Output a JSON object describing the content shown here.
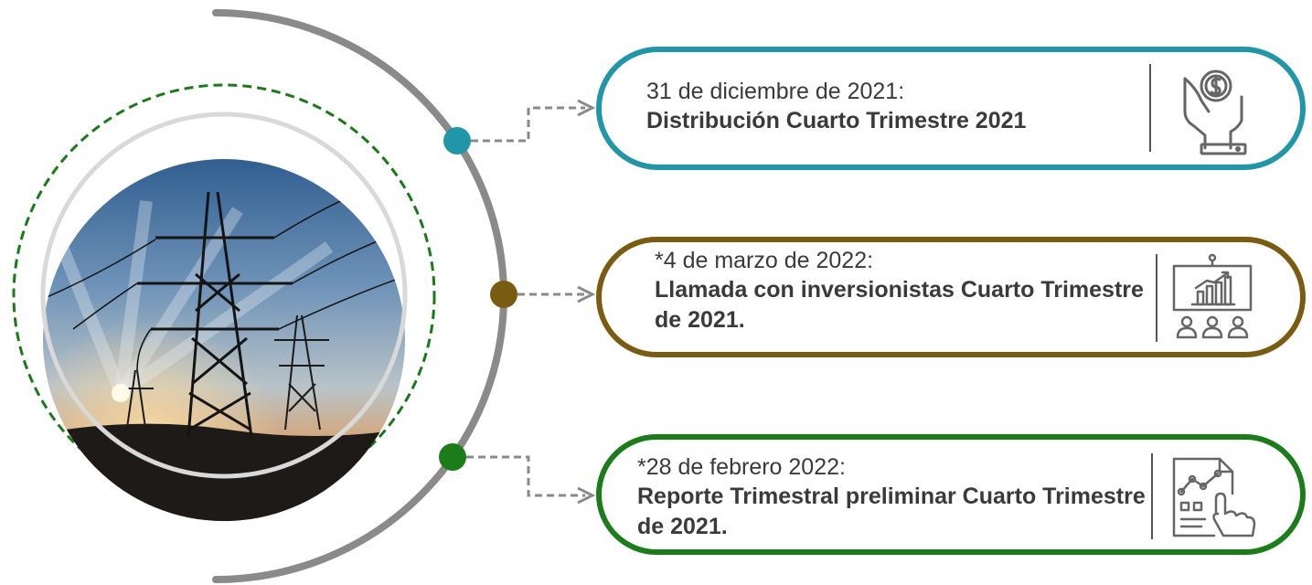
{
  "colors": {
    "arc": "#8a8a8a",
    "connector": "#8a8a8a",
    "dashed_ring": "#1a7a1a",
    "event_1": "#2196a8",
    "event_2": "#7a5c10",
    "event_3": "#1a7d1a"
  },
  "photo": {
    "subject": "power transmission towers at sunset",
    "icon": "transmission-tower-photo"
  },
  "events": [
    {
      "date": "31 de diciembre de 2021:",
      "title": "Distribución Cuarto Trimestre 2021",
      "icon": "money-hand-icon"
    },
    {
      "date": "*4 de marzo de 2022:",
      "title": "Llamada con inversionistas Cuarto Trimestre de 2021.",
      "icon": "presentation-audience-icon"
    },
    {
      "date": "*28 de febrero 2022:",
      "title": "Reporte Trimestral preliminar Cuarto Trimestre de 2021.",
      "icon": "report-touch-icon"
    }
  ]
}
